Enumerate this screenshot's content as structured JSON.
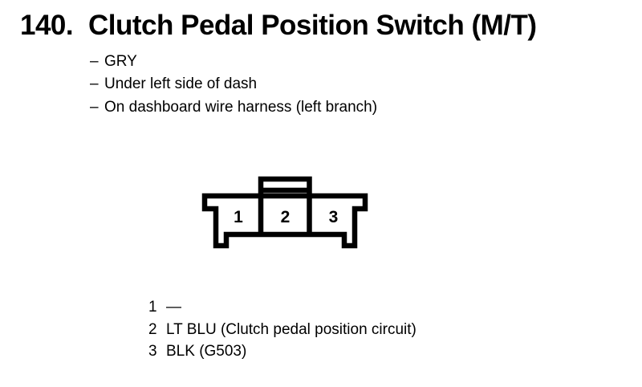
{
  "page": {
    "item_number": "140.",
    "title": "Clutch Pedal Position Switch (M/T)",
    "bullet_char": "–",
    "details": [
      "GRY",
      "Under left side of dash",
      "On dashboard wire harness (left branch)"
    ],
    "connector": {
      "pins": [
        "1",
        "2",
        "3"
      ]
    },
    "legend": [
      {
        "pin": "1",
        "desc": "—"
      },
      {
        "pin": "2",
        "desc": "LT BLU (Clutch pedal position circuit)"
      },
      {
        "pin": "3",
        "desc": "BLK (G503)"
      }
    ],
    "colors": {
      "ink": "#000000",
      "paper": "#ffffff"
    }
  }
}
